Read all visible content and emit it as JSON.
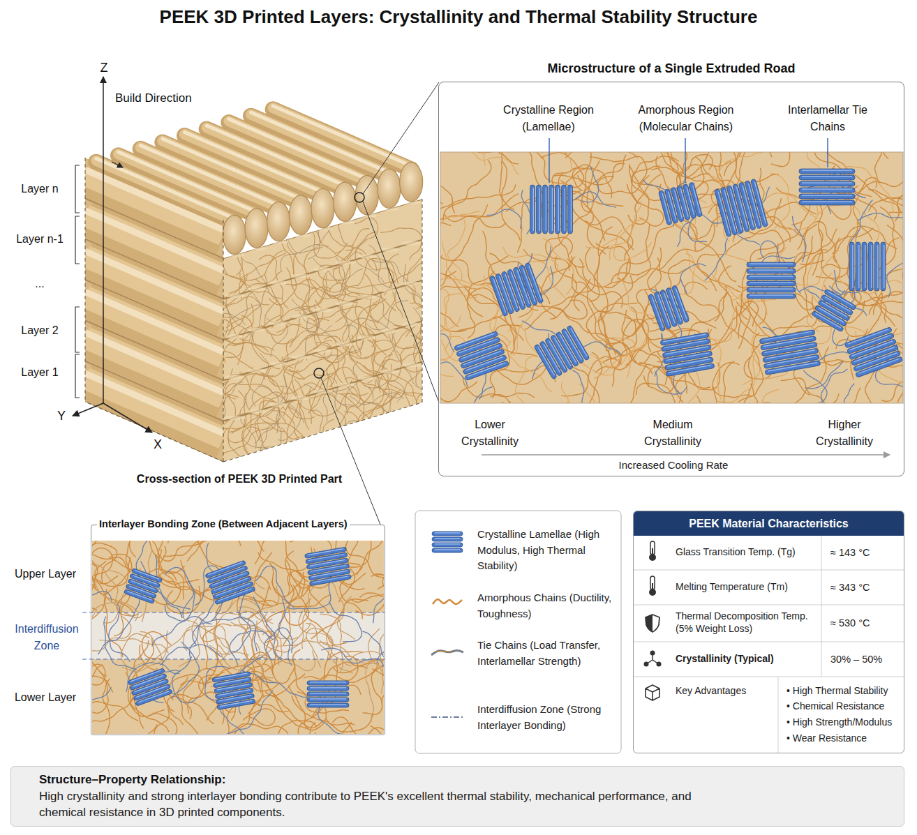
{
  "diagram": {
    "title": "PEEK 3D Printed Layers: Crystallinity and Thermal Stability Structure",
    "nodes": [
      {
        "text": [
          "Microstructure of a Single Extruded Road"
        ]
      },
      {
        "text": [
          "Interlayer Bonding Zone (Between Adjacent Layers)"
        ]
      },
      {
        "text": [
          "PEEK Material Characteristics"
        ]
      },
      {
        "text": [
          "Structure–Property Relationship:",
          "High crystallinity and strong interlayer bonding contribute to PEEK's excellent thermal stability, mechanical performance, and chemical resistance in 3D printed components."
        ]
      }
    ],
    "labels": [
      "Z",
      "Build Direction",
      "Layer n",
      "Layer n-1",
      "...",
      "Layer 2",
      "Layer 1",
      "Y",
      "X",
      "Cross-section of PEEK 3D Printed Part",
      "Crystalline Region (Lamellae)",
      "Amorphous Region (Molecular Chains)",
      "Interlamellar Tie Chains",
      "Lower Crystallinity",
      "Medium Crystallinity",
      "Higher Crystallinity",
      "Increased Cooling Rate",
      "Upper Layer",
      "Interdiffusion Zone",
      "Lower Layer",
      "Glass Transition Temp. (Tg)",
      "≈ 143 °C",
      "Melting Temperature (Tm)",
      "≈ 343 °C",
      "Thermal Decomposition Temp. (5% Weight Loss)",
      "≈ 530 °C",
      "Crystallinity (Typical)",
      "30% – 50%",
      "Key Advantages",
      "• High Thermal Stability",
      "• Chemical Resistance",
      "• High Strength/Modulus",
      "• Wear Resistance"
    ],
    "legend": [
      {
        "text": "Crystalline Lamellae (High Modulus, High Thermal Stability)"
      },
      {
        "text": "Amorphous Chains (Ductility, Toughness)"
      },
      {
        "text": "Tie Chains (Load Transfer, Interlamellar Strength)"
      },
      {
        "text": "Interdiffusion Zone (Strong Interlayer Bonding)"
      }
    ]
  }
}
